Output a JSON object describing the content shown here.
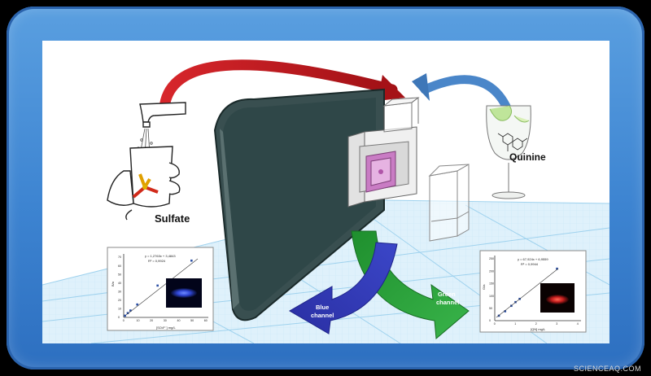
{
  "labels": {
    "sulfate": "Sulfate",
    "quinine": "Quinine",
    "blue_channel": [
      "Blue",
      "channel"
    ],
    "green_channel": [
      "Green",
      "channel"
    ]
  },
  "plot_left": {
    "equation": "y = 1,2763x + 3,4843",
    "r2": "R² = 0,9924",
    "xlabel": "[SO4²⁻] mg/L",
    "ylabel": "B/a",
    "yticks": [
      "0",
      "10",
      "20",
      "30",
      "40",
      "50",
      "60",
      "70"
    ],
    "xticks": [
      "0",
      "10",
      "20",
      "30",
      "40",
      "50",
      "60"
    ],
    "points": [
      [
        1,
        2
      ],
      [
        3,
        5
      ],
      [
        5,
        8
      ],
      [
        10,
        15
      ],
      [
        25,
        37
      ],
      [
        50,
        66
      ]
    ]
  },
  "plot_right": {
    "equation": "y = 67,924x + 6,9559",
    "r2": "R² = 0,9944",
    "xlabel": "[QN] mg/L",
    "ylabel": "G/a",
    "yticks": [
      "0",
      "50",
      "100",
      "150",
      "200",
      "250"
    ],
    "xticks": [
      "0",
      "1",
      "2",
      "3",
      "4"
    ],
    "points": [
      [
        0.2,
        20
      ],
      [
        0.5,
        38
      ],
      [
        0.8,
        60
      ],
      [
        1,
        75
      ],
      [
        1.2,
        88
      ],
      [
        3,
        210
      ]
    ]
  },
  "colors": {
    "frame": "#3d84d1",
    "arrow_red": "#c8191b",
    "arrow_blue_top": "#4a86c9",
    "arrow_blue_channel": "#3a3fc4",
    "arrow_green_channel": "#2b9b3a",
    "screen": "#2f4748",
    "grid": "#b8def2"
  },
  "watermark": "SCIENCEAQ.COM"
}
